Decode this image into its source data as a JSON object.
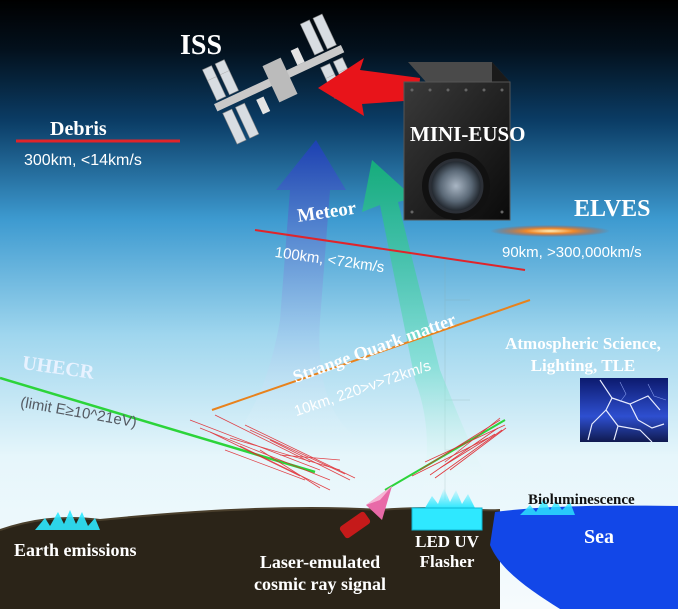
{
  "labels": {
    "iss": "ISS",
    "mini_euso": "MINI-EUSO",
    "debris": "Debris",
    "debris_info": "300km, <14km/s",
    "meteor": "Meteor",
    "meteor_info": "100km, <72km/s",
    "elves": "ELVES",
    "elves_info": "90km, >300,000km/s",
    "strange_quark": "Strange Quark matter",
    "strange_quark_info": "10km, 220>v>72km/s",
    "uhecr": "UHECR",
    "uhecr_info": "(limit E≥10^21eV)",
    "atmospheric_line1": "Atmospheric Science,",
    "atmospheric_line2": "Lighting, TLE",
    "bioluminescence": "Bioluminescence",
    "sea": "Sea",
    "earth_emissions": "Earth emissions",
    "laser_line1": "Laser-emulated",
    "laser_line2": "cosmic ray signal",
    "led_line1": "LED UV",
    "led_line2": "Flasher"
  },
  "colors": {
    "sky_top": "#000000",
    "sky_mid": "#2a7fc0",
    "sky_bottom": "#e8f6fb",
    "ground": "#2b2418",
    "sea": "#1247e8",
    "track_red": "#e0242a",
    "track_orange": "#e8821c",
    "uhecr_text": "#e8f2ff",
    "arrow_red": "#e8141a"
  },
  "icons": [
    "iss-station-icon",
    "mini-euso-camera-icon",
    "lightning-icon",
    "laser-emitter-icon",
    "uv-flasher-icon"
  ]
}
